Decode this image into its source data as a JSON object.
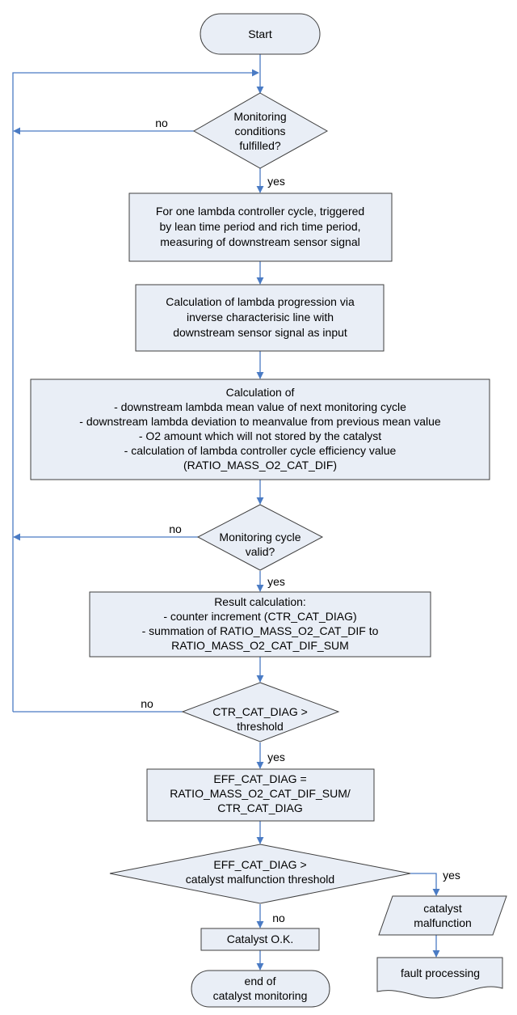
{
  "start": "Start",
  "decision_conditions": [
    "Monitoring",
    "conditions",
    "fulfilled?"
  ],
  "measure_box": [
    "For one lambda controller cycle, triggered",
    "by lean time period and rich time period,",
    "measuring of downstream sensor signal"
  ],
  "progression_box": [
    "Calculation of lambda progression via",
    "inverse characterisic line with",
    "downstream sensor signal as input"
  ],
  "calc_box": [
    "Calculation of",
    "- downstream lambda mean value of next monitoring cycle",
    "- downstream lambda deviation to meanvalue from previous mean value",
    "- O2 amount which will not stored by the catalyst",
    "- calculation of lambda controller cycle efficiency value",
    "(RATIO_MASS_O2_CAT_DIF)"
  ],
  "decision_cycle": [
    "Monitoring cycle",
    "valid?"
  ],
  "result_box": [
    "Result calculation:",
    "- counter increment (CTR_CAT_DIAG)",
    "- summation of RATIO_MASS_O2_CAT_DIF to",
    "RATIO_MASS_O2_CAT_DIF_SUM"
  ],
  "decision_ctr": [
    "CTR_CAT_DIAG >",
    "threshold"
  ],
  "eff_box": [
    "EFF_CAT_DIAG =",
    "RATIO_MASS_O2_CAT_DIF_SUM/",
    "CTR_CAT_DIAG"
  ],
  "decision_eff": [
    "EFF_CAT_DIAG >",
    "catalyst malfunction threshold"
  ],
  "malfunction": [
    "catalyst",
    "malfunction"
  ],
  "fault": "fault processing",
  "ok_box": "Catalyst O.K.",
  "end": [
    "end of",
    "catalyst monitoring"
  ],
  "labels": {
    "yes1": "yes",
    "no1": "no",
    "yes2": "yes",
    "no2": "no",
    "yes3": "yes",
    "no3": "no",
    "yes4": "yes",
    "no4": "no"
  }
}
